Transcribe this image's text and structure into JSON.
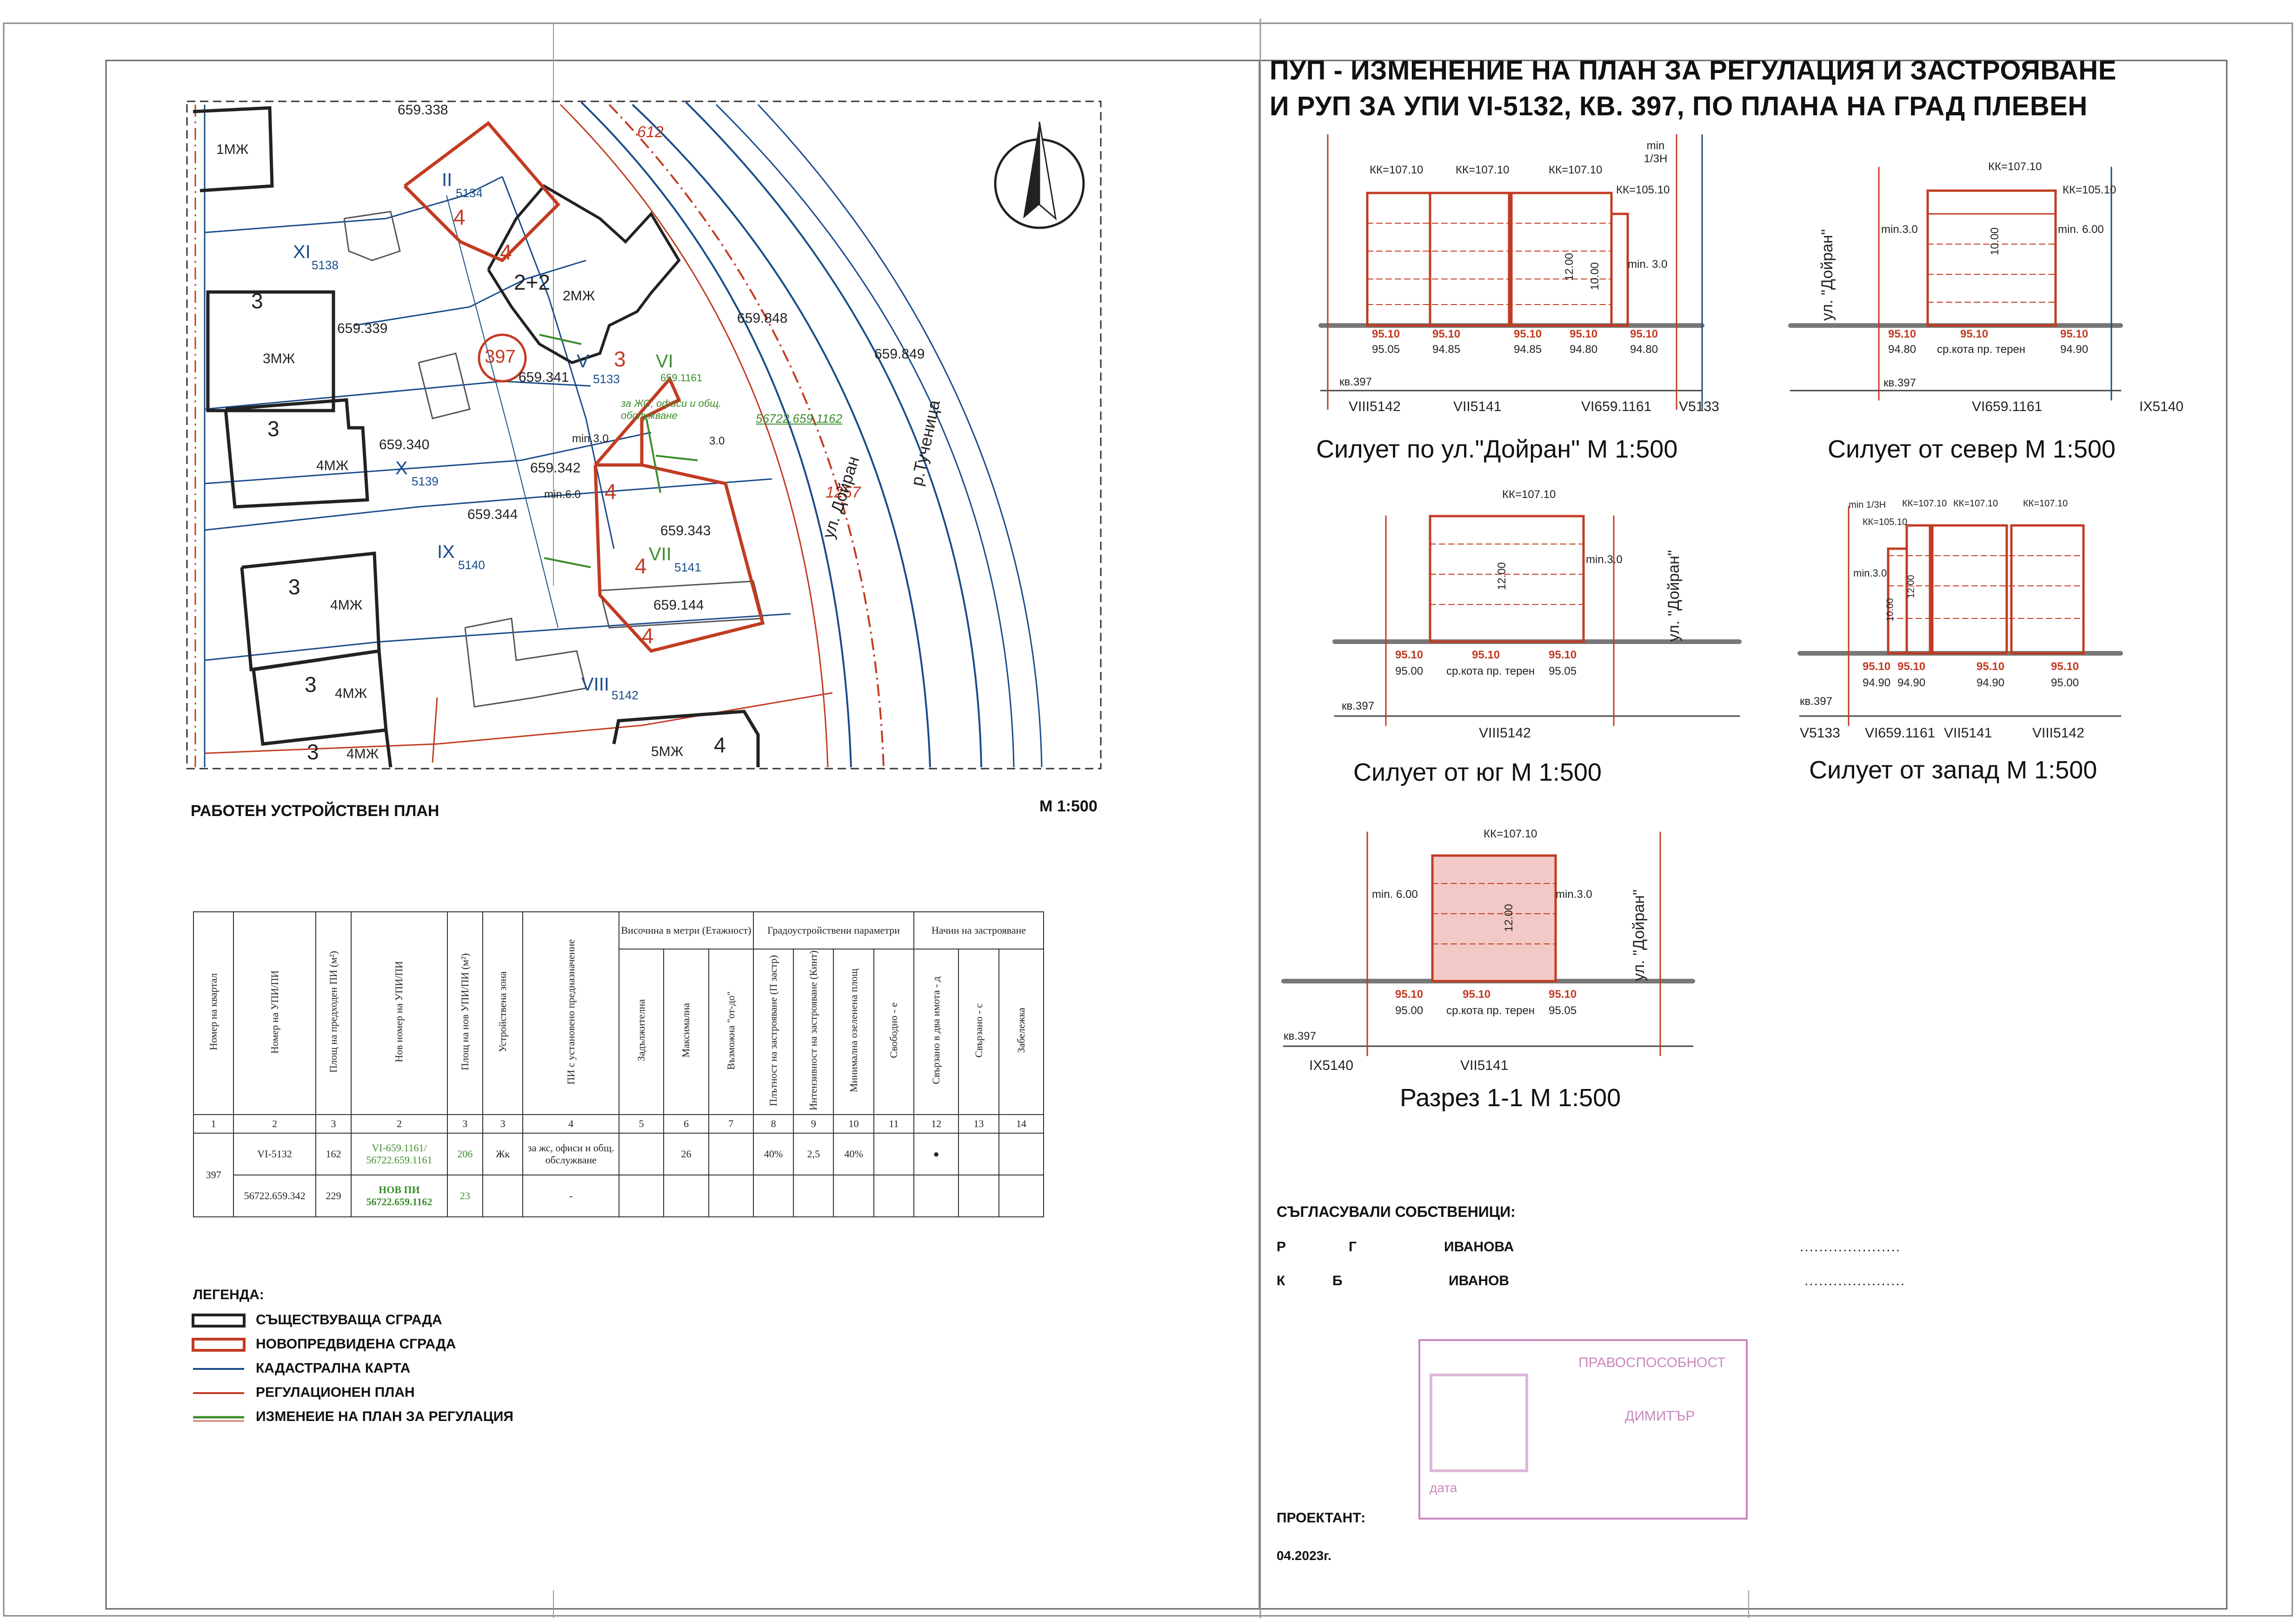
{
  "title": {
    "line1": "ПУП -  ИЗМЕНЕНИЕ НА ПЛАН ЗА РЕГУЛАЦИЯ И ЗАСТРОЯВАНЕ",
    "line2": "И РУП ЗА УПИ VI-5132, КВ. 397, ПО ПЛАНА НА ГРАД ПЛЕВЕН"
  },
  "plan": {
    "label": "РАБОТЕН УСТРОЙСТВЕН ПЛАН",
    "scale": "М 1:500",
    "labels": {
      "mzh1": "1МЖ",
      "mzh3": "3МЖ",
      "mzh4a": "4МЖ",
      "mzh4b": "4МЖ",
      "mzh4c": "4МЖ",
      "mzh4d": "4МЖ",
      "mzh2": "2МЖ",
      "mzh5": "5МЖ",
      "p338": "659.338",
      "p339": "659.339",
      "p340": "659.340",
      "p341": "659.341",
      "p342": "659.342",
      "p343": "659.343",
      "p344": "659.344",
      "p144": "659.144",
      "p848": "659.848",
      "p849": "659.849",
      "xi": "XI",
      "n5138": "5138",
      "x": "X",
      "n5139": "5139",
      "ix": "IX",
      "n5140": "5140",
      "viii": "VIII",
      "n5142": "5142",
      "ii": "II",
      "n5134": "5134",
      "v": "V",
      "n5133": "5133",
      "vi": "VI",
      "n1161": "659.1161",
      "vii": "VII",
      "n5141": "5141",
      "kv": "397",
      "n612": "612",
      "n1257": "1257",
      "ul": "ул. Дойран",
      "river": "р.Тученица",
      "zhs": "за ЖС, офиси и общ. обслужване",
      "ppi": "56722.659.1162",
      "s22": "2+2",
      "min3": "min.3.0",
      "min6": "min.6.0",
      "d30": "3.0",
      "f3a": "3",
      "f3b": "3",
      "f3c": "3",
      "f3d": "3",
      "f3e": "3",
      "f4": "4",
      "f4a": "4",
      "f4b": "4",
      "f4c": "4",
      "f4d": "4",
      "f3f": "3",
      "f4e": "4"
    }
  },
  "sections": {
    "s1": {
      "caption": "Силует по ул.\"Дойран\"  М 1:500",
      "kk": [
        "КК=107.10",
        "КК=107.10",
        "КК=107.10",
        "КК=105.10"
      ],
      "min": "min 1/3Н",
      "h1": "12.00",
      "h2": "10.00",
      "min30": "min. 3.0",
      "top": [
        "95.10",
        "95.10",
        "95.10",
        "95.10",
        "95.10"
      ],
      "bot": [
        "95.05",
        "94.85",
        "94.85",
        "94.80",
        "94.80"
      ],
      "kv": "кв.397",
      "upi": [
        "VIII5142",
        "VII5141",
        "VI659.1161",
        "V5133"
      ]
    },
    "s2": {
      "caption": "Силует от север М 1:500",
      "kk": [
        "КК=107.10",
        "КК=105.10"
      ],
      "min30": "min.3.0",
      "min60": "min. 6.00",
      "h": "10.00",
      "top": [
        "95.10",
        "95.10",
        "95.10"
      ],
      "bot": [
        "94.80",
        "94.90"
      ],
      "mid": "ср.кота пр. терен",
      "kv": "кв.397",
      "street": "ул. \"Дойран\"",
      "upi": [
        "VI659.1161",
        "IX5140"
      ]
    },
    "s3": {
      "caption": "Силует от юг М 1:500",
      "kk": "КК=107.10",
      "h": "12.00",
      "min30": "min.3.0",
      "top": [
        "95.10",
        "95.10",
        "95.10"
      ],
      "bot": [
        "95.00",
        "95.05"
      ],
      "mid": "ср.кота пр. терен",
      "kv": "кв.397",
      "street": "ул. \"Дойран\"",
      "upi": "VIII5142"
    },
    "s4": {
      "caption": "Силует от запад   М 1:500",
      "kk": [
        "КК=107.10",
        "КК=107.10",
        "КК=107.10",
        "КК=105.10"
      ],
      "min": "min 1/3Н",
      "min30": "min.3.0",
      "h1": "10.00",
      "h2": "12.00",
      "top": [
        "95.10",
        "95.10",
        "95.10",
        "95.10"
      ],
      "bot": [
        "94.90",
        "94.90",
        "94.90",
        "95.00"
      ],
      "kv": "кв.397",
      "upi": [
        "V5133",
        "VI659.1161",
        "VII5141",
        "VIII5142"
      ]
    },
    "s5": {
      "caption": "Разрез 1-1   М 1:500",
      "kk": "КК=107.10",
      "min60": "min. 6.00",
      "min30": "min.3.0",
      "h": "12.00",
      "top": [
        "95.10",
        "95.10",
        "95.10"
      ],
      "bot": [
        "95.00",
        "95.05"
      ],
      "mid": "ср.кота пр. терен",
      "kv": "кв.397",
      "street": "ул. \"Дойран\"",
      "upi": [
        "IX5140",
        "VII5141"
      ]
    }
  },
  "table": {
    "h_height": "Височина в метри (Етажност)",
    "h_params": "Градоустройствени параметри",
    "h_mode": "Начин на застрояване",
    "cols": [
      "Номер на квартал",
      "Номер на УПИ/ПИ",
      "Площ на предходен ПИ (м²)",
      "Нов номер на УПИ/ПИ",
      "Площ на нов УПИ/ПИ (м²)",
      "Устройствена зона",
      "ПИ с установено предназначение",
      "Задължителна",
      "Максимална",
      "Възможна \"от-до\"",
      "Плътност на застрояване (П застр)",
      "Интензивност на застрояване (Кинт)",
      "Минимална озеленена площ",
      "Свободно - е",
      "Свързано в два имота - д",
      "Свързано - с",
      "Забележка"
    ],
    "nums": [
      "1",
      "2",
      "3",
      "2",
      "3",
      "3",
      "4",
      "5",
      "6",
      "7",
      "8",
      "9",
      "10",
      "11",
      "12",
      "13",
      "14"
    ],
    "row1": {
      "kv": "397",
      "upi": "VI-5132",
      "area": "162",
      "new": "VI-659.1161/ 56722.659.1161",
      "newarea": "206",
      "zone": "Жк",
      "purpose": "за жс, офиси и общ. обслужване",
      "max": "26",
      "dens": "40%",
      "int": "2,5",
      "green": "40%",
      "dot": "●"
    },
    "row2": {
      "upi": "56722.659.342",
      "area": "229",
      "new": "НОВ ПИ 56722.659.1162",
      "newarea": "23",
      "purpose": "-"
    }
  },
  "legend": {
    "title": "ЛЕГЕНДА:",
    "items": [
      "СЪЩЕСТВУВАЩА СГРАДА",
      "НОВОПРЕДВИДЕНА СГРАДА",
      "КАДАСТРАЛНА КАРТА",
      "РЕГУЛАЦИОНЕН ПЛАН",
      "ИЗМЕНЕИЕ НА ПЛАН ЗА РЕГУЛАЦИЯ"
    ]
  },
  "owners": {
    "title": "СЪГЛАСУВАЛИ СОБСТВЕНИЦИ:",
    "o1a": "Р",
    "o1b": "Г",
    "o1c": "ИВАНОВА",
    "o2a": "К",
    "o2b": "Б",
    "o2c": "ИВАНОВ"
  },
  "designer": {
    "label": "ПРОЕКТАНТ:",
    "date": "04.2023г."
  },
  "stamp": {
    "top": "ПРАВОСПОСОБНОСТ",
    "name": "ДИМИТЪР",
    "bottom": "дата"
  },
  "colors": {
    "existing": "#222222",
    "new": "#c23b22",
    "cadastre": "#1a4c8a",
    "regulation": "#c23b22",
    "change": "#3a8d2a"
  }
}
